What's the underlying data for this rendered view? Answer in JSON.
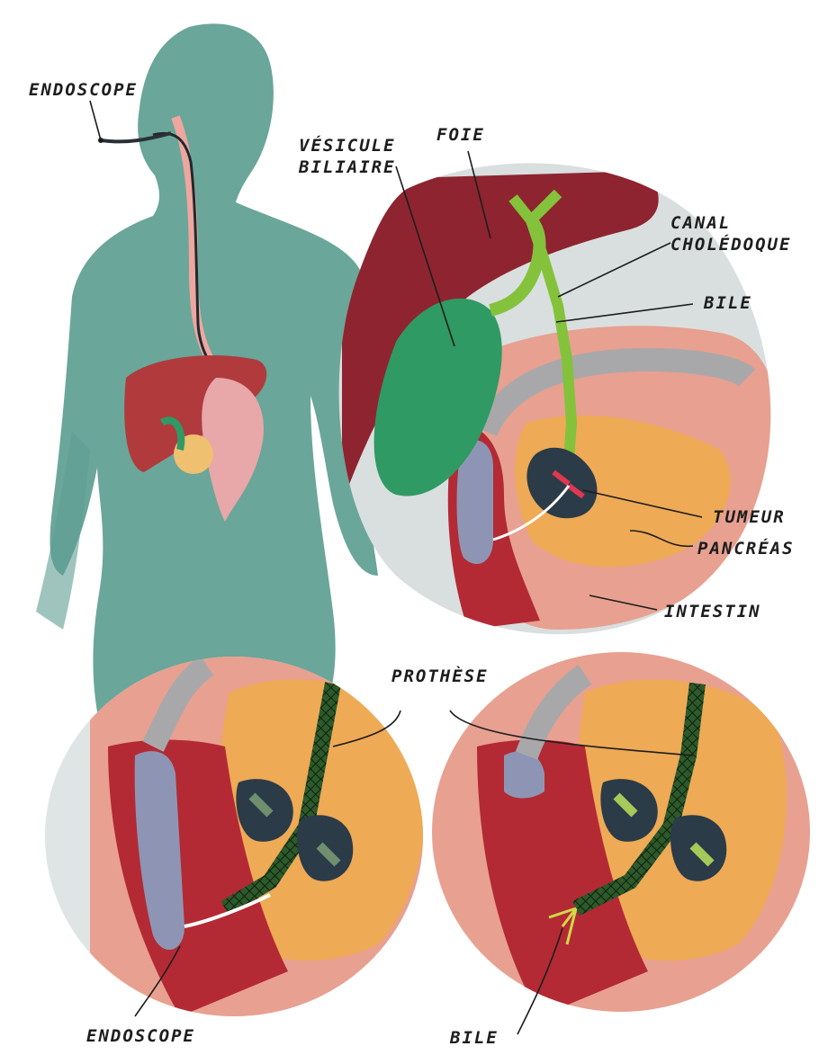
{
  "labels": {
    "endoscope_top": "ENDOSCOPE",
    "vesicule_line1": "VÉSICULE",
    "vesicule_line2": "BILIAIRE",
    "foie": "FOIE",
    "canal_line1": "CANAL",
    "canal_line2": "CHOLÉDOQUE",
    "bile_top": "BILE",
    "tumeur": "TUMEUR",
    "pancreas": "PANCRÉAS",
    "intestin": "INTESTIN",
    "prothese": "PROTHÈSE",
    "endoscope_bottom": "ENDOSCOPE",
    "bile_bottom": "BILE"
  },
  "colors": {
    "body": "#5f9c92",
    "liver": "#8e2430",
    "gallbladder": "#2f9a63",
    "bile_duct": "#84c23c",
    "pancreas": "#eeaa55",
    "intestine": "#b32a34",
    "tumor": "#2b3b48",
    "endoscope": "#8e95b4",
    "arrow_red": "#e0384f",
    "arrow_green": "#a7c95a"
  }
}
